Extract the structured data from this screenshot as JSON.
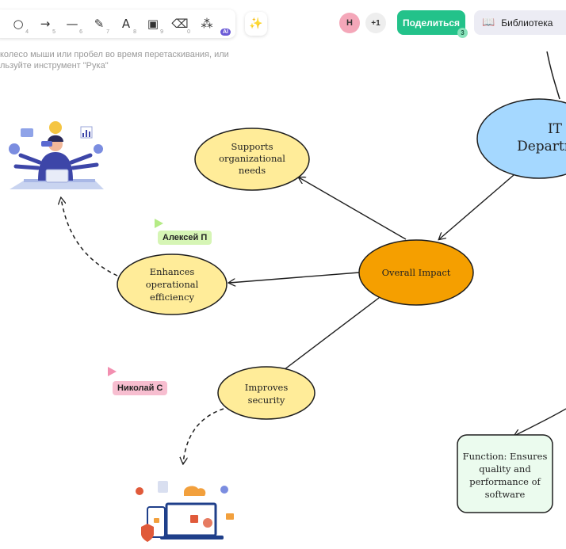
{
  "toolbar": {
    "tools": [
      {
        "name": "ellipse-tool",
        "glyph": "○",
        "shortcut": "4"
      },
      {
        "name": "arrow-tool",
        "glyph": "→",
        "shortcut": "5"
      },
      {
        "name": "line-tool",
        "glyph": "—",
        "shortcut": "6"
      },
      {
        "name": "pencil-tool",
        "glyph": "✎",
        "shortcut": "7"
      },
      {
        "name": "text-tool",
        "glyph": "A",
        "shortcut": "8"
      },
      {
        "name": "image-tool",
        "glyph": "▣",
        "shortcut": "9"
      },
      {
        "name": "eraser-tool",
        "glyph": "⌫",
        "shortcut": "0"
      },
      {
        "name": "shapes-ai-tool",
        "glyph": "⁂",
        "shortcut": ""
      }
    ],
    "ai_badge": "AI",
    "magic_glyph": "✨"
  },
  "hint": {
    "line1": "колесо мыши или пробел во время перетаскивания, или",
    "line2": "льзуйте инструмент \"Рука\""
  },
  "header": {
    "avatar_initial": "Н",
    "more_collaborators": "+1",
    "share_label": "Поделиться",
    "share_count": "3",
    "library_label": "Библиотека"
  },
  "collaborators": {
    "alexey": "Алексей П",
    "nikolai": "Николай С"
  },
  "mindmap": {
    "it_department": {
      "line1": "IT",
      "line2": "Departm"
    },
    "overall_impact": "Overall Impact",
    "supports": [
      "Supports",
      "organizational",
      "needs"
    ],
    "enhances": [
      "Enhances",
      "operational",
      "efficiency"
    ],
    "improves": [
      "Improves",
      "security"
    ],
    "function": [
      "Function: Ensures",
      "quality and",
      "performance of",
      "software"
    ]
  },
  "colors": {
    "it_fill": "#a5d8ff",
    "impact_fill": "#f59f00",
    "benefit_fill": "#ffec99",
    "function_fill": "#ebfbee",
    "accent_green": "#23c28a",
    "stroke": "#1e1e1e"
  }
}
